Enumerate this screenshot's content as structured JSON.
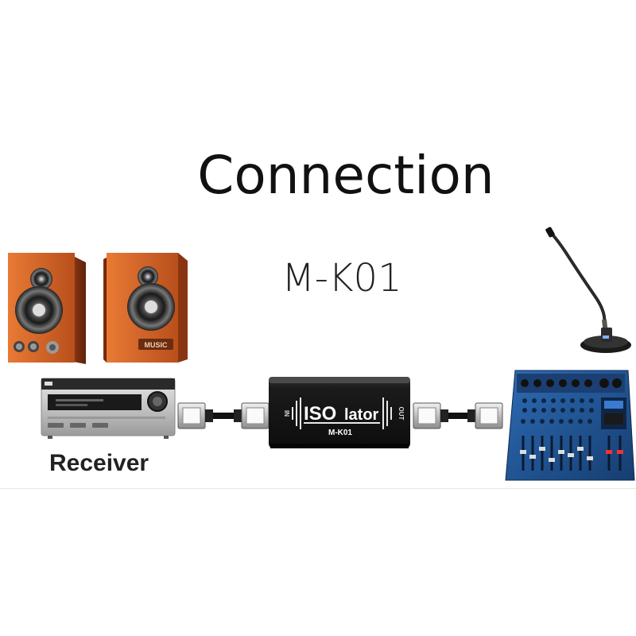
{
  "title": "Connection",
  "model": "M-K01",
  "receiver_label": "Receiver",
  "speaker_badge": "MUSIC",
  "device": {
    "in_label": "IN",
    "brand_iso": "ISO",
    "brand_lator": "lator",
    "model": "M-K01",
    "out_label": "OUT"
  },
  "colors": {
    "speaker_wood": "#d2652a",
    "speaker_dark": "#7a2f10",
    "device_body": "#151515",
    "mixer_blue": "#1e4f8f",
    "receiver_silver": "#c8c8c8"
  }
}
